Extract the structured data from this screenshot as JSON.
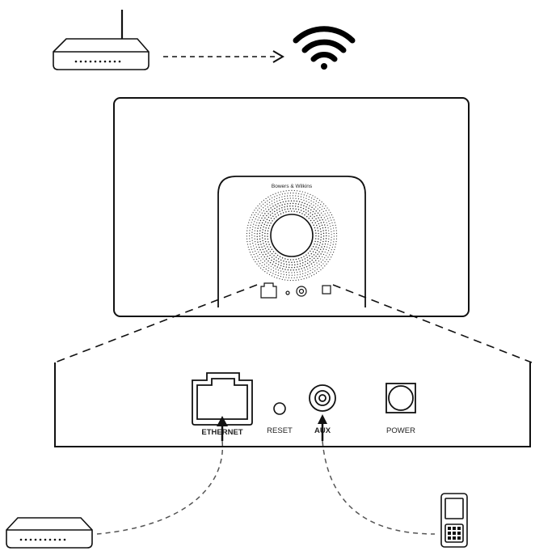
{
  "brand": "Bowers & Wilkins",
  "speaker_ports": {
    "ethernet": "ETHERNET",
    "reset": "RESET",
    "aux": "AUX",
    "power": "POWER"
  },
  "icons": {
    "router_top": "wifi-router-icon",
    "wifi": "wifi-signal-icon",
    "router_bottom": "wired-router-icon",
    "audio_player": "portable-audio-player-icon"
  },
  "colors": {
    "line": "#111111",
    "dash": "#555555",
    "background": "#ffffff"
  }
}
